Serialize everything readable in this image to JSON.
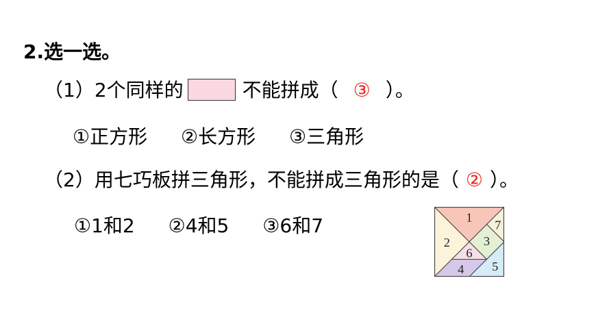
{
  "question": {
    "title": "2.选一选。",
    "part1": {
      "prefix": "（1）2个同样的",
      "suffix": "不能拼成（",
      "answer": "③",
      "close": "）。",
      "options": [
        "①正方形",
        "②长方形",
        "③三角形"
      ],
      "shape_color": "#fad8e0"
    },
    "part2": {
      "prefix": "（2）用七巧板拼三角形，不能拼成三角形的是（",
      "answer": "②",
      "close": "）。",
      "options": [
        "①1和2",
        "②4和5",
        "③6和7"
      ]
    }
  },
  "tangram": {
    "pieces": [
      {
        "label": "1",
        "color": "#f7c6b8"
      },
      {
        "label": "2",
        "color": "#fdf3da"
      },
      {
        "label": "3",
        "color": "#e4f0d4"
      },
      {
        "label": "4",
        "color": "#d6c8ea"
      },
      {
        "label": "5",
        "color": "#d6ecf6"
      },
      {
        "label": "6",
        "color": "#f6dfe6"
      },
      {
        "label": "7",
        "color": "#f6f1da"
      }
    ]
  },
  "colors": {
    "answer": "#e8251b"
  }
}
